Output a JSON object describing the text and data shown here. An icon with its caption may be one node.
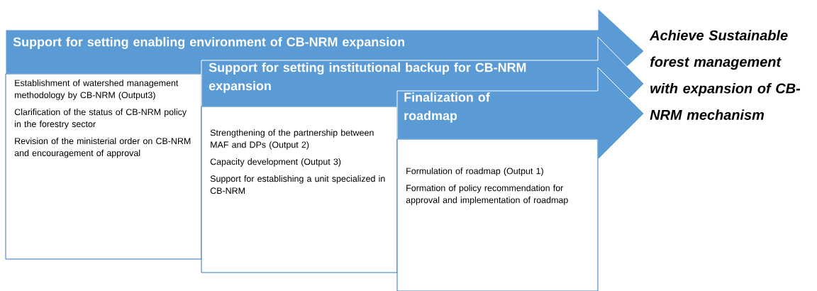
{
  "diagram": {
    "nodes": [
      {
        "text": [
          "Support for setting enabling environment of CB-NRM expansion"
        ]
      },
      {
        "text": [
          "Establishment of watershed management methodology by CB-NRM (Output3)",
          "Clarification of the status of CB-NRM policy in the forestry sector",
          "Revision of the ministerial order on CB-NRM and encouragement of approval"
        ]
      },
      {
        "text": [
          "Support for setting institutional backup for CB-NRM expansion"
        ]
      },
      {
        "text": [
          "Strengthening of the partnership between  MAF and DPs (Output 2)",
          "Capacity development (Output 3)",
          "Support for establishing a unit specialized in  CB-NRM"
        ]
      },
      {
        "text": [
          "Finalization of roadmap"
        ]
      },
      {
        "text": [
          "Formulation of roadmap (Output 1)",
          "Formation of policy recommendation for approval and implementation of roadmap"
        ]
      },
      {
        "text": [
          "Achieve Sustainable forest management with expansion of CB-NRM mechanism"
        ]
      }
    ]
  }
}
